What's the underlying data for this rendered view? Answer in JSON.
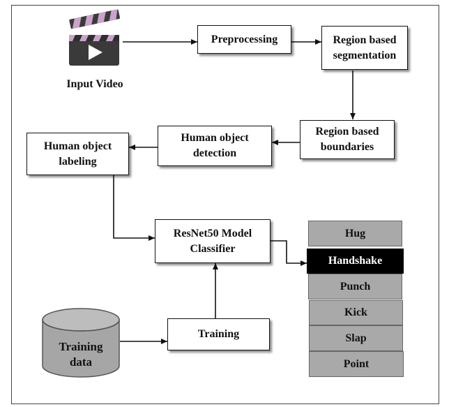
{
  "input": {
    "label": "Input Video",
    "icon": "clapperboard-play-icon"
  },
  "nodes": {
    "preprocessing": "Preprocessing",
    "segmentation": "Region based\nsegmentation",
    "boundaries": "Region based\nboundaries",
    "detection": "Human object\ndetection",
    "labeling": "Human object\nlabeling",
    "classifier": "ResNet50 Model\nClassifier",
    "training": "Training",
    "training_data": "Training\ndata"
  },
  "classes": [
    {
      "label": "Hug",
      "active": false
    },
    {
      "label": "Handshake",
      "active": true
    },
    {
      "label": "Punch",
      "active": false
    },
    {
      "label": "Kick",
      "active": false
    },
    {
      "label": "Slap",
      "active": false
    },
    {
      "label": "Point",
      "active": false
    }
  ],
  "colors": {
    "class_fill": "#a9a9a9",
    "class_active_fill": "#000000",
    "cylinder_fill": "#a6a6a6",
    "icon_body": "#3a3a3a",
    "icon_stripes": "#c9a3c9"
  }
}
